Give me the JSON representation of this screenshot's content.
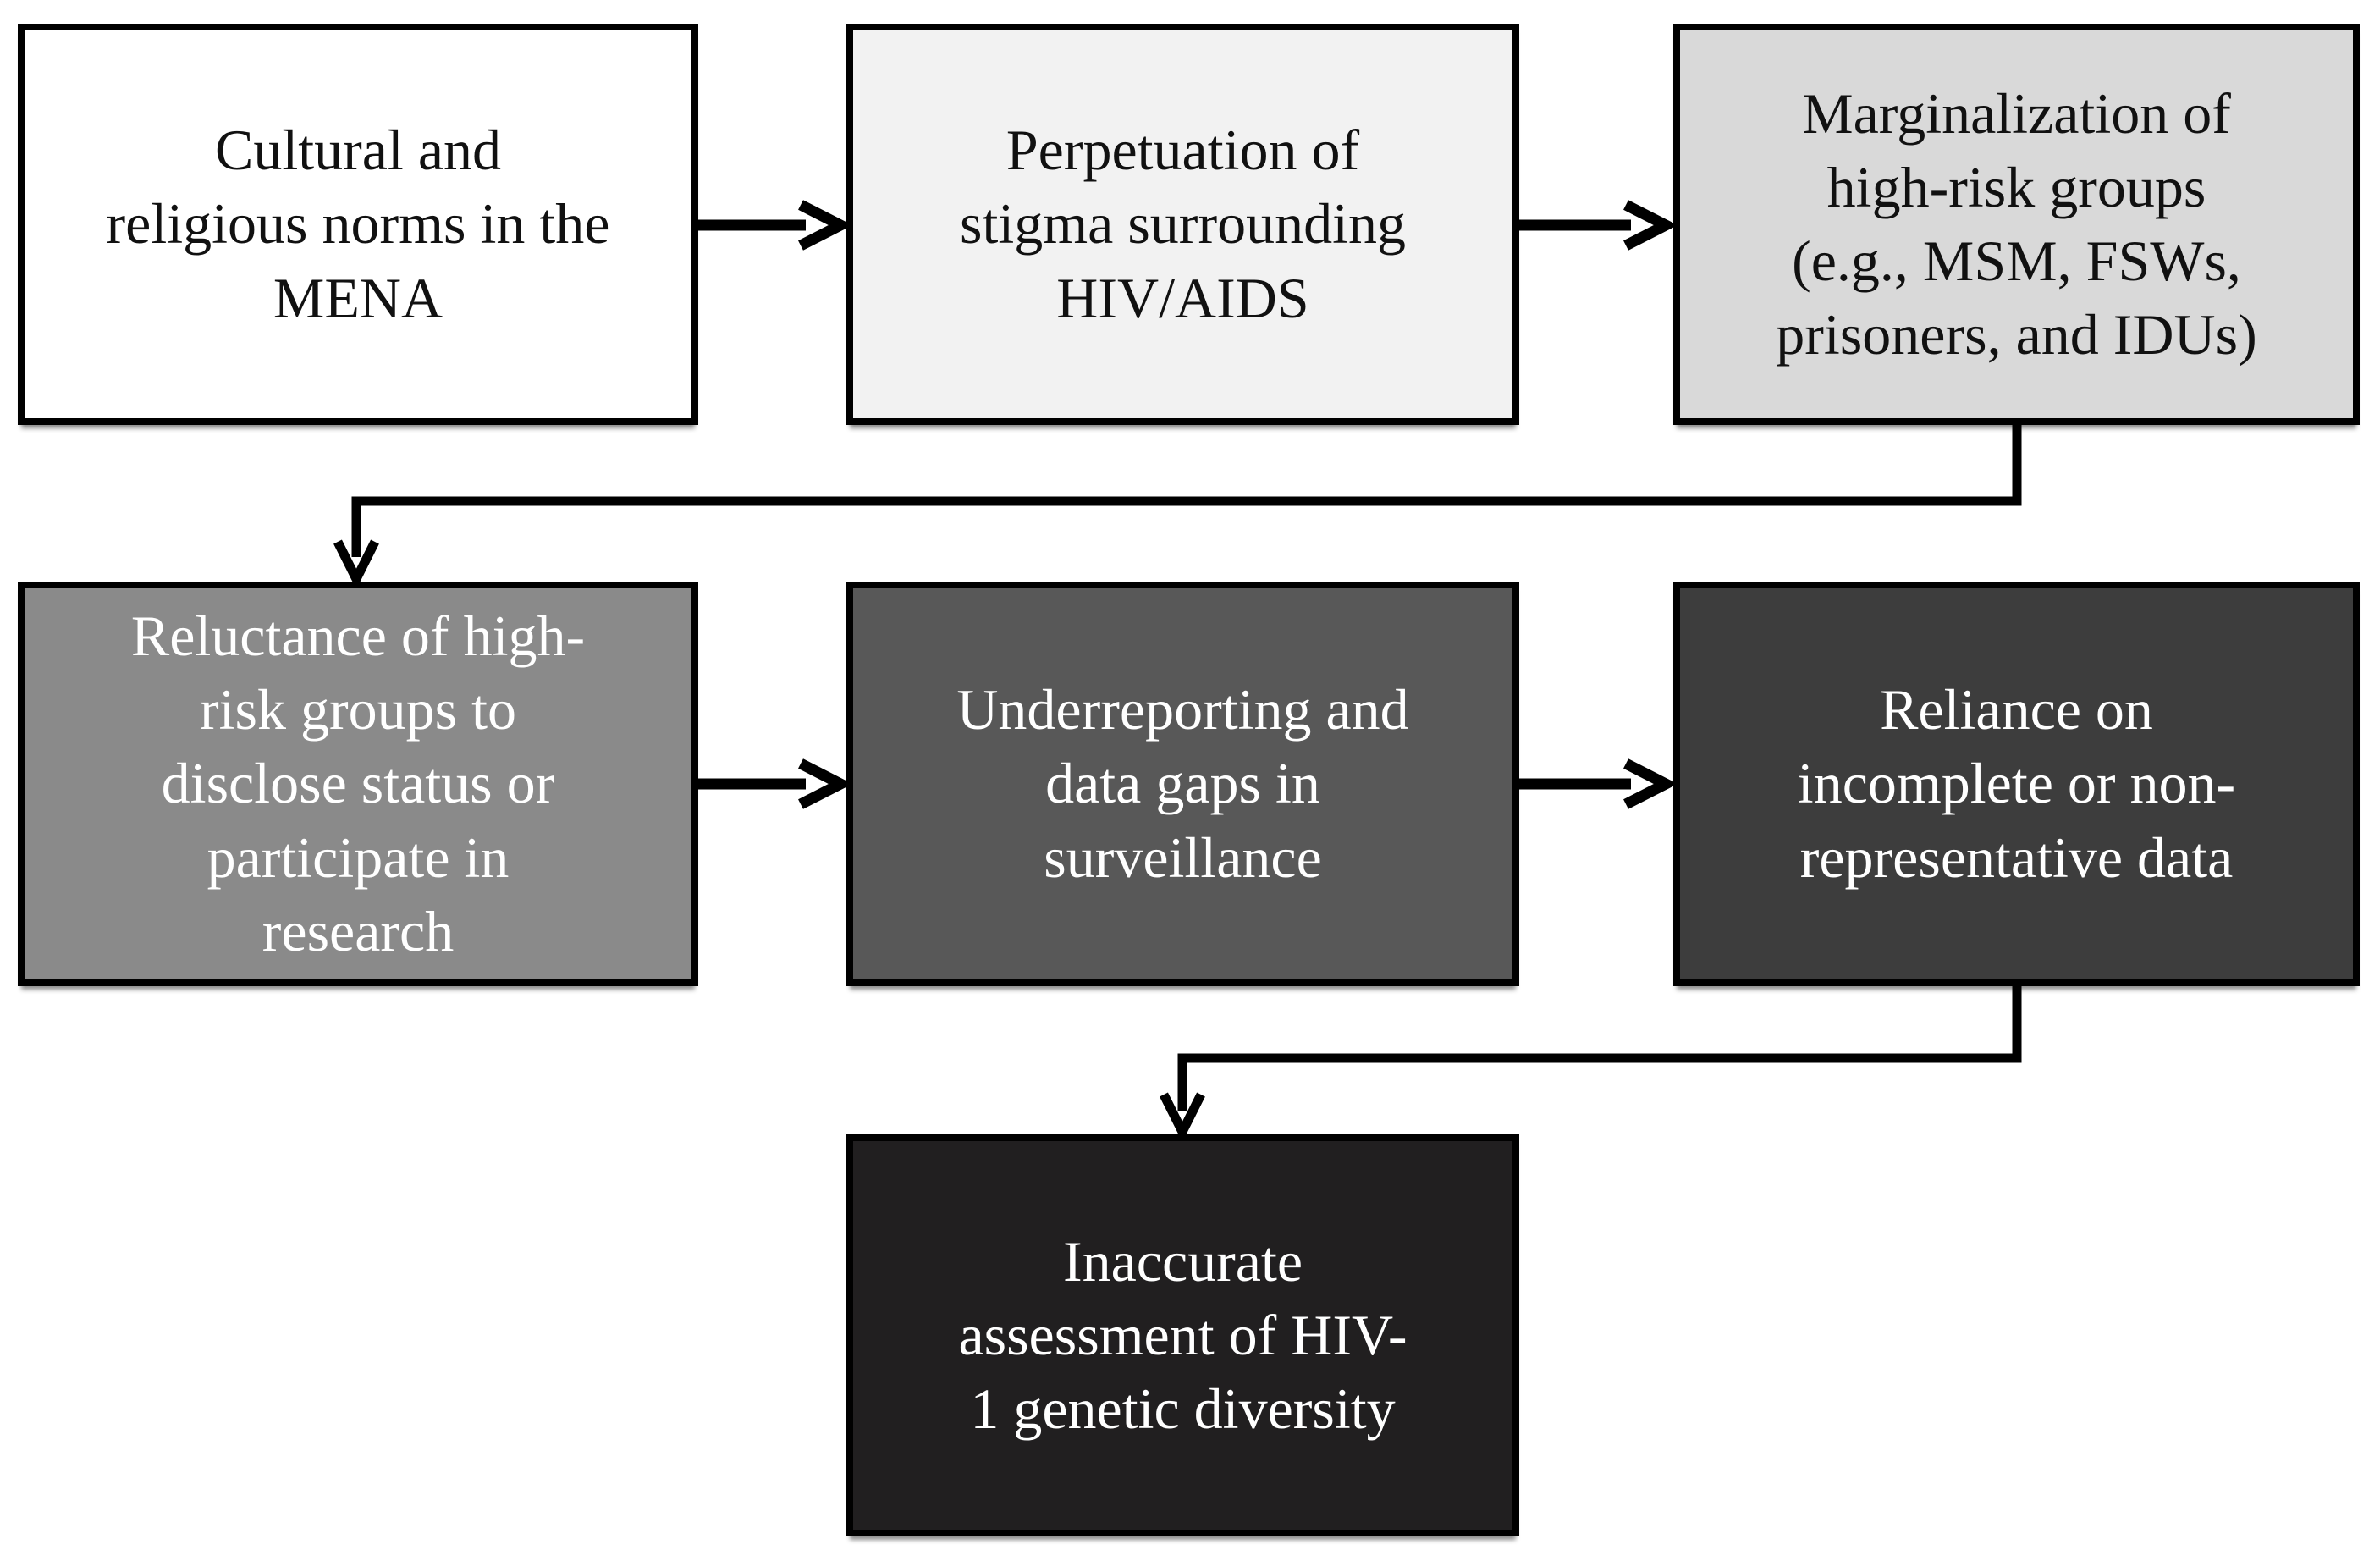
{
  "diagram": {
    "type": "flowchart",
    "title_visible": false,
    "background": "#ffffff",
    "border_color": "#000000",
    "line_color": "#000000",
    "boxes": [
      {
        "id": "cultural-norms",
        "label": "Cultural and\nreligious norms in the\nMENA",
        "fill": "#ffffff",
        "text_color": "#111111"
      },
      {
        "id": "stigma",
        "label": "Perpetuation of\nstigma surrounding\nHIV/AIDS",
        "fill": "#f2f2f2",
        "text_color": "#111111"
      },
      {
        "id": "marginalization",
        "label": "Marginalization of\nhigh-risk groups\n(e.g., MSM, FSWs,\nprisoners, and IDUs)",
        "fill": "#d9d9d9",
        "text_color": "#111111"
      },
      {
        "id": "reluctance",
        "label": "Reluctance of high-\nrisk groups to\ndisclose status or\nparticipate in\nresearch",
        "fill": "#8a8a8a",
        "text_color": "#ffffff"
      },
      {
        "id": "underreporting",
        "label": "Underreporting and\ndata gaps in\nsurveillance",
        "fill": "#585858",
        "text_color": "#ffffff"
      },
      {
        "id": "reliance",
        "label": "Reliance on\nincomplete or non-\nrepresentative data",
        "fill": "#3d3d3d",
        "text_color": "#ffffff"
      },
      {
        "id": "inaccurate-assessment",
        "label": "Inaccurate\nassessment of HIV-\n1 genetic diversity",
        "fill": "#211f20",
        "text_color": "#ffffff"
      }
    ],
    "connectors": [
      {
        "from": "cultural-norms",
        "to": "stigma",
        "style": "straight-arrow"
      },
      {
        "from": "stigma",
        "to": "marginalization",
        "style": "straight-arrow"
      },
      {
        "from": "marginalization",
        "to": "reluctance",
        "style": "elbow-arrow"
      },
      {
        "from": "reluctance",
        "to": "underreporting",
        "style": "straight-arrow"
      },
      {
        "from": "underreporting",
        "to": "reliance",
        "style": "straight-arrow"
      },
      {
        "from": "reliance",
        "to": "inaccurate-assessment",
        "style": "elbow-arrow"
      }
    ]
  }
}
